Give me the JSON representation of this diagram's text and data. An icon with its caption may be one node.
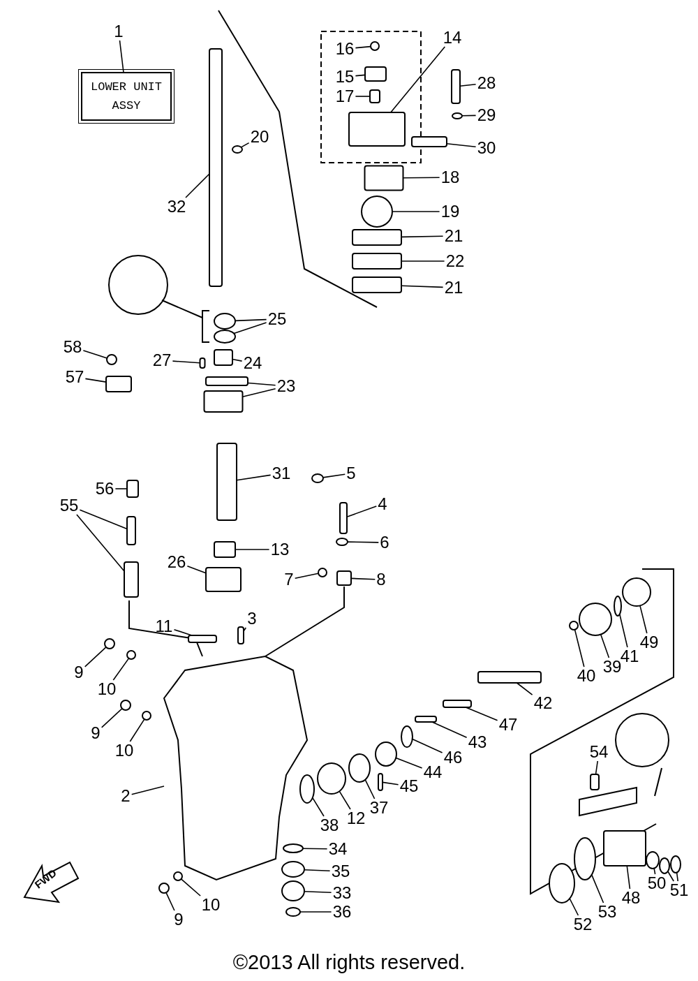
{
  "diagram": {
    "caption": "©2013 All rights reserved.",
    "nodes": [
      {
        "text": [
          "1"
        ]
      },
      {
        "text": [
          "LOWER UNIT ASSY"
        ]
      },
      {
        "text": [
          "16"
        ]
      },
      {
        "text": [
          "15"
        ]
      },
      {
        "text": [
          "17"
        ]
      },
      {
        "text": [
          "14"
        ]
      },
      {
        "text": [
          "28"
        ]
      },
      {
        "text": [
          "29"
        ]
      },
      {
        "text": [
          "30"
        ]
      },
      {
        "text": [
          "18"
        ]
      },
      {
        "text": [
          "19"
        ]
      },
      {
        "text": [
          "21"
        ]
      },
      {
        "text": [
          "22"
        ]
      },
      {
        "text": [
          "21"
        ]
      },
      {
        "text": [
          "20"
        ]
      },
      {
        "text": [
          "32"
        ]
      },
      {
        "text": [
          "25"
        ]
      },
      {
        "text": [
          "58"
        ]
      },
      {
        "text": [
          "27"
        ]
      },
      {
        "text": [
          "24"
        ]
      },
      {
        "text": [
          "57"
        ]
      },
      {
        "text": [
          "23"
        ]
      },
      {
        "text": [
          "31"
        ]
      },
      {
        "text": [
          "5"
        ]
      },
      {
        "text": [
          "4"
        ]
      },
      {
        "text": [
          "56"
        ]
      },
      {
        "text": [
          "55"
        ]
      },
      {
        "text": [
          "13"
        ]
      },
      {
        "text": [
          "6"
        ]
      },
      {
        "text": [
          "26"
        ]
      },
      {
        "text": [
          "7"
        ]
      },
      {
        "text": [
          "8"
        ]
      },
      {
        "text": [
          "11"
        ]
      },
      {
        "text": [
          "3"
        ]
      },
      {
        "text": [
          "49"
        ]
      },
      {
        "text": [
          "39"
        ]
      },
      {
        "text": [
          "41"
        ]
      },
      {
        "text": [
          "40"
        ]
      },
      {
        "text": [
          "9"
        ]
      },
      {
        "text": [
          "10"
        ]
      },
      {
        "text": [
          "42"
        ]
      },
      {
        "text": [
          "47"
        ]
      },
      {
        "text": [
          "9"
        ]
      },
      {
        "text": [
          "10"
        ]
      },
      {
        "text": [
          "43"
        ]
      },
      {
        "text": [
          "46"
        ]
      },
      {
        "text": [
          "54"
        ]
      },
      {
        "text": [
          "44"
        ]
      },
      {
        "text": [
          "45"
        ]
      },
      {
        "text": [
          "2"
        ]
      },
      {
        "text": [
          "37"
        ]
      },
      {
        "text": [
          "12"
        ]
      },
      {
        "text": [
          "38"
        ]
      },
      {
        "text": [
          "34"
        ]
      },
      {
        "text": [
          "35"
        ]
      },
      {
        "text": [
          "33"
        ]
      },
      {
        "text": [
          "36"
        ]
      },
      {
        "text": [
          "10"
        ]
      },
      {
        "text": [
          "9"
        ]
      },
      {
        "text": [
          "50"
        ]
      },
      {
        "text": [
          "51"
        ]
      },
      {
        "text": [
          "48"
        ]
      },
      {
        "text": [
          "53"
        ]
      },
      {
        "text": [
          "52"
        ]
      },
      {
        "text": [],
        "shape": "circle"
      },
      {
        "text": [],
        "shape": "box"
      },
      {
        "text": [],
        "shape": "box"
      },
      {
        "text": [],
        "shape": "box"
      },
      {
        "text": [],
        "shape": "box"
      },
      {
        "text": [],
        "shape": "circle"
      },
      {
        "text": [],
        "shape": "box"
      },
      {
        "text": [],
        "shape": "box"
      },
      {
        "text": [],
        "shape": "circle"
      },
      {
        "text": [],
        "shape": "box"
      },
      {
        "text": [],
        "shape": "box"
      },
      {
        "text": [],
        "shape": "box"
      },
      {
        "text": [],
        "shape": "circle"
      },
      {
        "text": [],
        "shape": "box"
      },
      {
        "text": [],
        "shape": "circle"
      },
      {
        "text": [],
        "shape": "circle"
      },
      {
        "text": [],
        "shape": "circle"
      },
      {
        "text": [],
        "shape": "box"
      },
      {
        "text": [],
        "shape": "box"
      },
      {
        "text": [],
        "shape": "box"
      },
      {
        "text": [],
        "shape": "box"
      },
      {
        "text": [],
        "shape": "box"
      },
      {
        "text": [],
        "shape": "box"
      },
      {
        "text": [],
        "shape": "circle"
      },
      {
        "text": [],
        "shape": "box"
      },
      {
        "text": [],
        "shape": "box"
      },
      {
        "text": [],
        "shape": "box"
      },
      {
        "text": [],
        "shape": "box"
      },
      {
        "text": [],
        "shape": "box"
      },
      {
        "text": [],
        "shape": "circle"
      },
      {
        "text": [],
        "shape": "box"
      },
      {
        "text": [],
        "shape": "circle"
      },
      {
        "text": [],
        "shape": "box"
      },
      {
        "text": [],
        "shape": "box"
      },
      {
        "text": [],
        "shape": "box"
      },
      {
        "text": [],
        "shape": "circle"
      },
      {
        "text": [],
        "shape": "circle"
      },
      {
        "text": [],
        "shape": "circle"
      },
      {
        "text": [],
        "shape": "circle"
      },
      {
        "text": [],
        "shape": "circle"
      },
      {
        "text": [],
        "shape": "circle"
      },
      {
        "text": [],
        "shape": "box"
      },
      {
        "text": [],
        "shape": "box"
      },
      {
        "text": [],
        "shape": "circle"
      },
      {
        "text": [],
        "shape": "circle"
      },
      {
        "text": [],
        "shape": "box"
      },
      {
        "text": [],
        "shape": "circle"
      },
      {
        "text": [],
        "shape": "box"
      },
      {
        "text": [],
        "shape": "circle"
      },
      {
        "text": [],
        "shape": "box"
      },
      {
        "text": [],
        "shape": "picture"
      },
      {
        "text": [],
        "shape": "circle"
      },
      {
        "text": [],
        "shape": "circle"
      },
      {
        "text": [],
        "shape": "circle"
      },
      {
        "text": [],
        "shape": "circle"
      },
      {
        "text": [],
        "shape": "circle"
      },
      {
        "text": [],
        "shape": "circle"
      },
      {
        "text": [],
        "shape": "circle"
      },
      {
        "text": [],
        "shape": "circle"
      },
      {
        "text": [],
        "shape": "circle"
      },
      {
        "text": [],
        "shape": "circle"
      },
      {
        "text": [],
        "shape": "circle"
      },
      {
        "text": [],
        "shape": "circle"
      },
      {
        "text": [],
        "shape": "box"
      },
      {
        "text": [],
        "shape": "circle"
      },
      {
        "text": [],
        "shape": "circle"
      }
    ],
    "edges": [
      {
        "from": 0,
        "to": 1,
        "arrow": "none"
      },
      {
        "from": 2,
        "to": 64,
        "arrow": "none"
      },
      {
        "from": 3,
        "to": 65,
        "arrow": "none"
      },
      {
        "from": 4,
        "to": 66,
        "arrow": "none"
      },
      {
        "from": 5,
        "to": 67,
        "arrow": "none"
      },
      {
        "from": 6,
        "to": 68,
        "arrow": "none"
      },
      {
        "from": 7,
        "to": 69,
        "arrow": "none"
      },
      {
        "from": 8,
        "to": 70,
        "arrow": "none"
      },
      {
        "from": 9,
        "to": 71,
        "arrow": "none"
      },
      {
        "from": 10,
        "to": 72,
        "arrow": "none"
      },
      {
        "from": 11,
        "to": 73,
        "arrow": "none"
      },
      {
        "from": 12,
        "to": 74,
        "arrow": "none"
      },
      {
        "from": 13,
        "to": 75,
        "arrow": "none"
      },
      {
        "from": 14,
        "to": 76,
        "arrow": "none"
      },
      {
        "from": 15,
        "to": 77,
        "arrow": "none"
      },
      {
        "from": 16,
        "to": 78,
        "arrow": "none"
      },
      {
        "from": 16,
        "to": 79,
        "arrow": "none"
      },
      {
        "from": 17,
        "to": 80,
        "arrow": "none"
      },
      {
        "from": 18,
        "to": 81,
        "arrow": "none"
      },
      {
        "from": 19,
        "to": 82,
        "arrow": "none"
      },
      {
        "from": 20,
        "to": 83,
        "arrow": "none"
      },
      {
        "from": 21,
        "to": 84,
        "arrow": "none"
      },
      {
        "from": 21,
        "to": 85,
        "arrow": "none"
      },
      {
        "from": 22,
        "to": 86,
        "arrow": "none"
      },
      {
        "from": 23,
        "to": 87,
        "arrow": "none"
      },
      {
        "from": 24,
        "to": 88,
        "arrow": "none"
      },
      {
        "from": 25,
        "to": 89,
        "arrow": "none"
      },
      {
        "from": 26,
        "to": 90,
        "arrow": "none"
      },
      {
        "from": 26,
        "to": 91,
        "arrow": "none"
      },
      {
        "from": 27,
        "to": 92,
        "arrow": "none"
      },
      {
        "from": 28,
        "to": 93,
        "arrow": "none"
      },
      {
        "from": 29,
        "to": 94,
        "arrow": "none"
      },
      {
        "from": 30,
        "to": 95,
        "arrow": "none"
      },
      {
        "from": 31,
        "to": 96,
        "arrow": "none"
      },
      {
        "from": 32,
        "to": 97,
        "arrow": "none"
      },
      {
        "from": 33,
        "to": 98,
        "arrow": "none"
      },
      {
        "from": 34,
        "to": 99,
        "arrow": "none"
      },
      {
        "from": 35,
        "to": 100,
        "arrow": "none"
      },
      {
        "from": 36,
        "to": 101,
        "arrow": "none"
      },
      {
        "from": 37,
        "to": 102,
        "arrow": "none"
      },
      {
        "from": 38,
        "to": 103,
        "arrow": "none"
      },
      {
        "from": 39,
        "to": 104,
        "arrow": "none"
      },
      {
        "from": 40,
        "to": 105,
        "arrow": "none"
      },
      {
        "from": 41,
        "to": 106,
        "arrow": "none"
      },
      {
        "from": 42,
        "to": 107,
        "arrow": "none"
      },
      {
        "from": 43,
        "to": 108,
        "arrow": "none"
      },
      {
        "from": 44,
        "to": 109,
        "arrow": "none"
      },
      {
        "from": 45,
        "to": 110,
        "arrow": "none"
      },
      {
        "from": 46,
        "to": 111,
        "arrow": "none"
      },
      {
        "from": 47,
        "to": 112,
        "arrow": "none"
      },
      {
        "from": 48,
        "to": 113,
        "arrow": "none"
      },
      {
        "from": 49,
        "to": 114,
        "arrow": "none"
      },
      {
        "from": 50,
        "to": 115,
        "arrow": "none"
      },
      {
        "from": 51,
        "to": 116,
        "arrow": "none"
      },
      {
        "from": 52,
        "to": 117,
        "arrow": "none"
      },
      {
        "from": 53,
        "to": 118,
        "arrow": "none"
      },
      {
        "from": 54,
        "to": 119,
        "arrow": "none"
      },
      {
        "from": 55,
        "to": 120,
        "arrow": "none"
      },
      {
        "from": 56,
        "to": 121,
        "arrow": "none"
      },
      {
        "from": 57,
        "to": 122,
        "arrow": "none"
      },
      {
        "from": 58,
        "to": 123,
        "arrow": "none"
      },
      {
        "from": 59,
        "to": 124,
        "arrow": "none"
      },
      {
        "from": 60,
        "to": 125,
        "arrow": "none"
      },
      {
        "from": 60,
        "to": 126,
        "arrow": "none"
      },
      {
        "from": 61,
        "to": 127,
        "arrow": "none"
      },
      {
        "from": 62,
        "to": 128,
        "arrow": "none"
      },
      {
        "from": 63,
        "to": 129,
        "arrow": "none"
      }
    ],
    "labels": [
      "FWD"
    ]
  }
}
